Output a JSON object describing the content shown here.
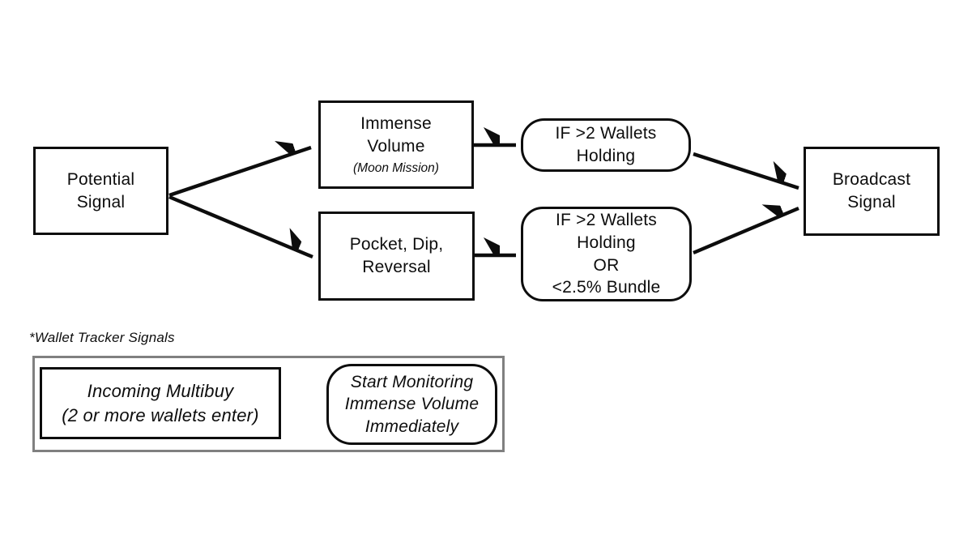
{
  "diagram": {
    "nodes": {
      "potential_signal": {
        "label": "Potential\nSignal"
      },
      "immense_volume": {
        "label": "Immense\nVolume",
        "sublabel": "(Moon Mission)"
      },
      "pocket_dip_reversal": {
        "label": "Pocket, Dip,\nReversal"
      },
      "condition_wallets_holding": {
        "label": "IF >2 Wallets\nHolding"
      },
      "condition_wallets_or_bundle": {
        "label": "IF >2 Wallets\nHolding\nOR\n<2.5% Bundle"
      },
      "broadcast_signal": {
        "label": "Broadcast\nSignal"
      }
    },
    "tracker": {
      "caption": "*Wallet Tracker Signals",
      "incoming_multibuy": {
        "label": "Incoming Multibuy\n(2 or more wallets enter)"
      },
      "start_monitoring": {
        "label": "Start Monitoring\nImmense Volume\nImmediately"
      }
    },
    "colors": {
      "shape_stroke": "#0d0d0d",
      "panel_border": "#808080",
      "background": "#ffffff"
    }
  }
}
